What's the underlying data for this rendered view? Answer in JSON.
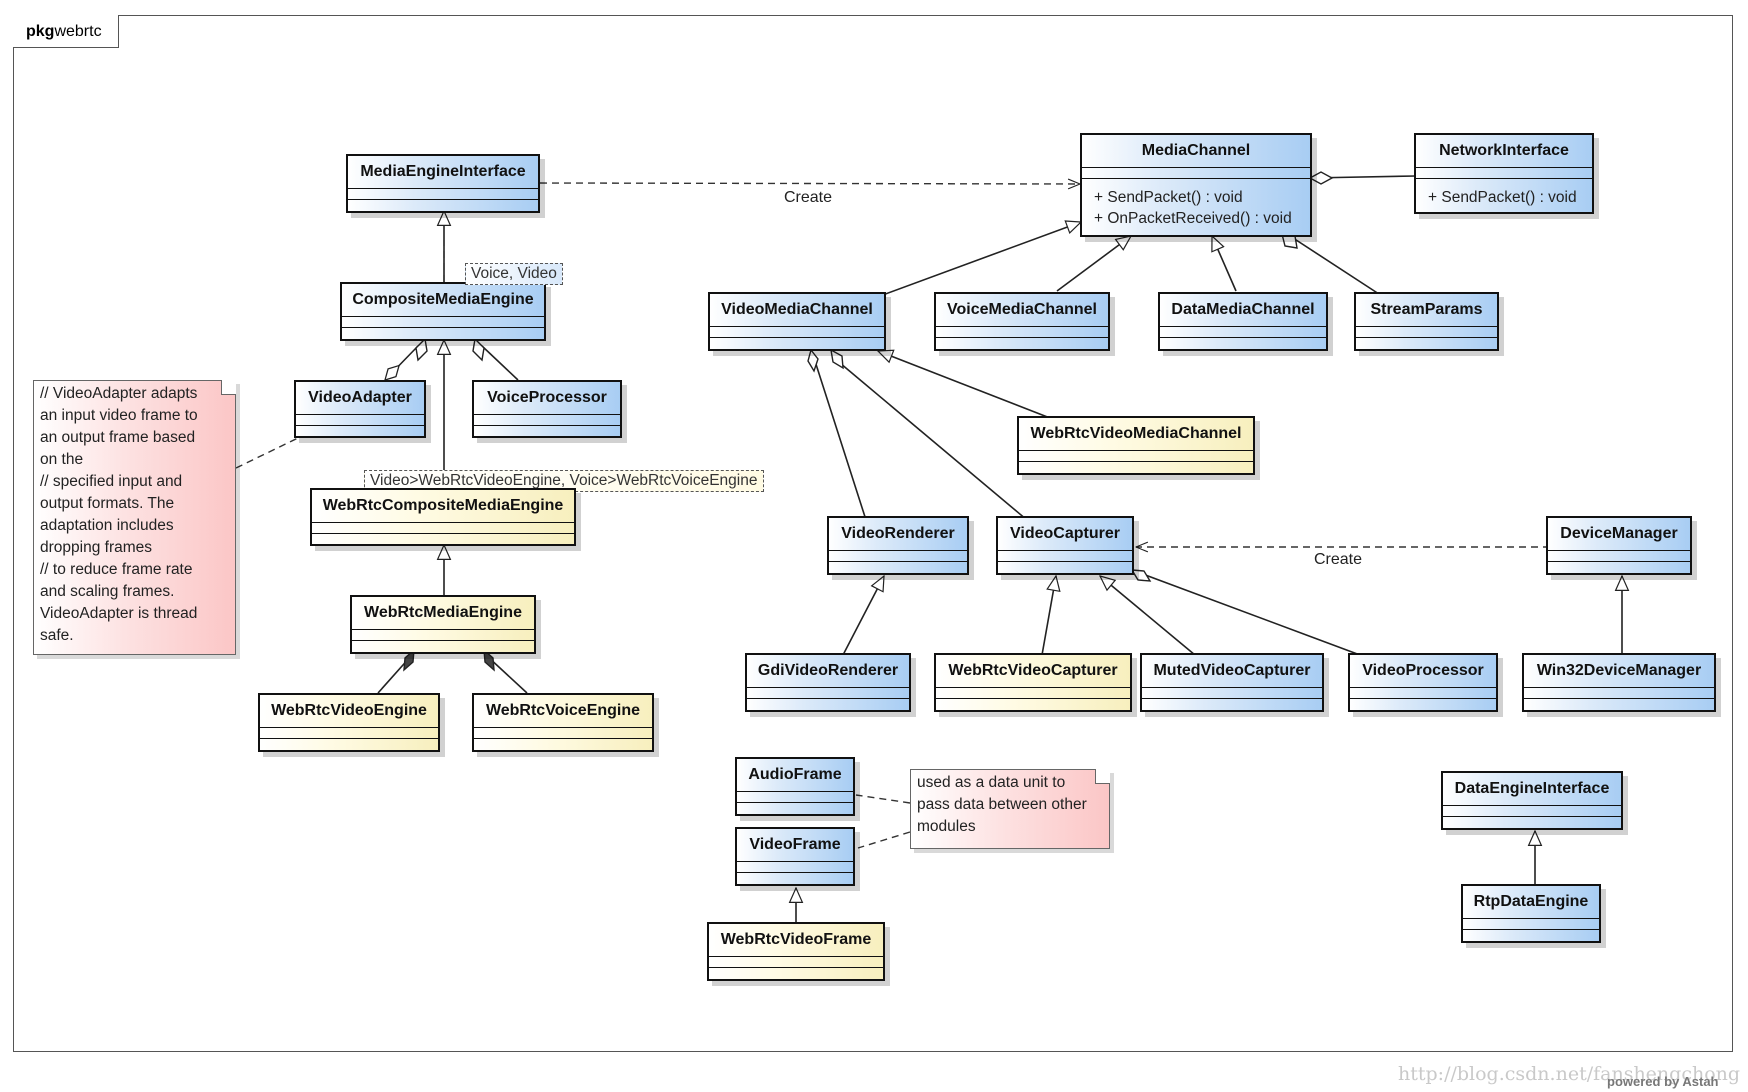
{
  "package": {
    "keyword": "pkg",
    "name": "webrtc"
  },
  "classes": {
    "media_engine_interface": "MediaEngineInterface",
    "composite_media_engine": "CompositeMediaEngine",
    "video_adapter": "VideoAdapter",
    "voice_processor": "VoiceProcessor",
    "webrtc_composite_media_engine": "WebRtcCompositeMediaEngine",
    "webrtc_media_engine": "WebRtcMediaEngine",
    "webrtc_video_engine": "WebRtcVideoEngine",
    "webrtc_voice_engine": "WebRtcVoiceEngine",
    "media_channel": "MediaChannel",
    "network_interface": "NetworkInterface",
    "video_media_channel": "VideoMediaChannel",
    "voice_media_channel": "VoiceMediaChannel",
    "data_media_channel": "DataMediaChannel",
    "stream_params": "StreamParams",
    "webrtc_video_media_channel": "WebRtcVideoMediaChannel",
    "video_renderer": "VideoRenderer",
    "video_capturer": "VideoCapturer",
    "device_manager": "DeviceManager",
    "gdi_video_renderer": "GdiVideoRenderer",
    "webrtc_video_capturer": "WebRtcVideoCapturer",
    "muted_video_capturer": "MutedVideoCapturer",
    "video_processor": "VideoProcessor",
    "win32_device_manager": "Win32DeviceManager",
    "audio_frame": "AudioFrame",
    "video_frame": "VideoFrame",
    "webrtc_video_frame": "WebRtcVideoFrame",
    "data_engine_interface": "DataEngineInterface",
    "rtp_data_engine": "RtpDataEngine"
  },
  "operations": {
    "media_channel": [
      "+ SendPacket() : void",
      "+ OnPacketReceived() : void"
    ],
    "network_interface": [
      "+ SendPacket() : void"
    ]
  },
  "labels": {
    "create_engine": "Create",
    "create_device": "Create",
    "template_voice_video": "Voice, Video",
    "template_binding": "Video>WebRtcVideoEngine,  Voice>WebRtcVoiceEngine"
  },
  "notes": {
    "video_adapter_lines": [
      "// VideoAdapter adapts",
      "an input video frame to",
      "an output frame based",
      "on the",
      "// specified input and",
      "output formats. The",
      "adaptation includes",
      "dropping frames",
      "// to reduce frame rate",
      "and scaling frames.",
      "VideoAdapter is thread",
      "safe."
    ],
    "frame_lines": [
      "used as a data unit to",
      "pass data between other",
      "modules"
    ]
  },
  "footer": {
    "watermark": "http://blog.csdn.net/fanshengchong",
    "powered": "powered by Astah"
  }
}
